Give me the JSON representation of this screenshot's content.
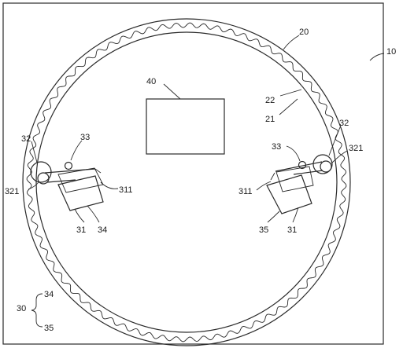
{
  "labels": {
    "frame": "10",
    "outer_ring": "20",
    "inner_ring": "21",
    "wavy_track": "22",
    "group": "30",
    "group_item_a": "34",
    "group_item_b": "35",
    "pivot_left": "32",
    "pivot_right": "32",
    "shaft_left": "321",
    "shaft_right": "321",
    "ball_left": "33",
    "ball_right": "33",
    "plate_left": "311",
    "plate_right": "311",
    "body_left_a": "31",
    "body_left_b": "34",
    "body_right_a": "35",
    "body_right_b": "31",
    "center_box": "40"
  }
}
